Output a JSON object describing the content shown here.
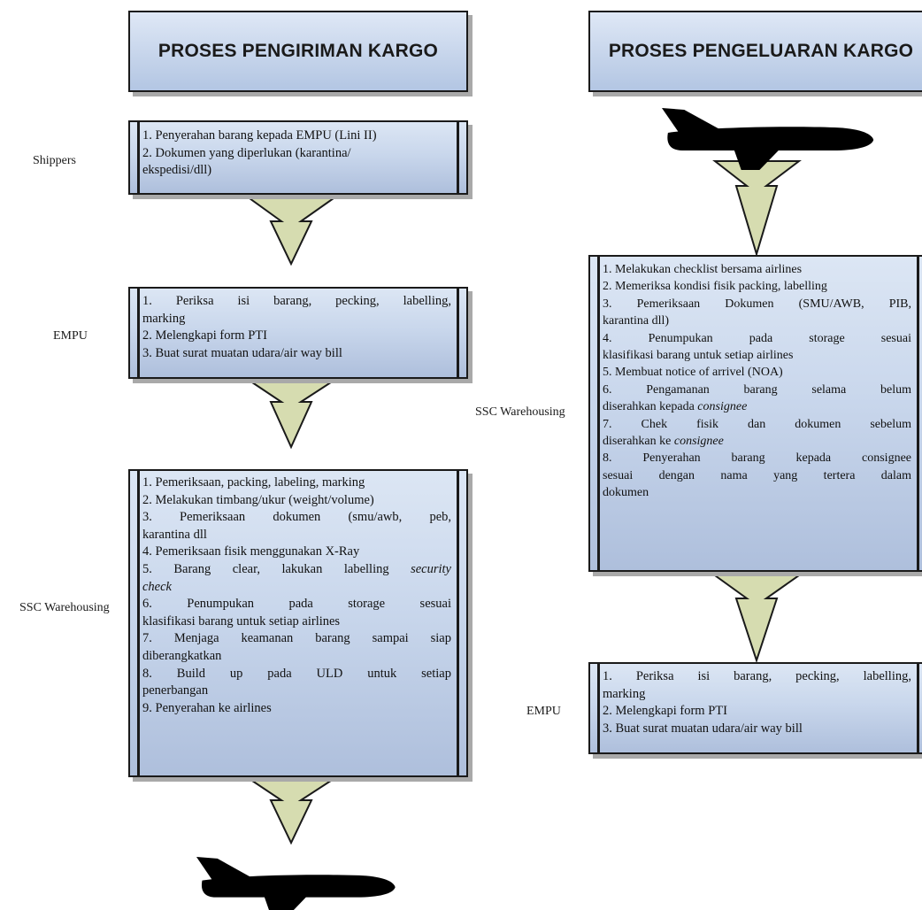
{
  "left_column": {
    "header": "PROSES PENGIRIMAN KARGO",
    "lane_shippers": "Shippers",
    "lane_empu": "EMPU",
    "lane_ssc": "SSC Warehousing",
    "box1": {
      "l1a": "1. Penyerahan barang kepada EMPU (Lini II)",
      "l2a": "2. Dokumen yang diperlukan (karantina/",
      "l2b": "ekspedisi/dll)"
    },
    "box2": {
      "l1a": "1. Periksa isi barang, pecking, labelling,",
      "l1b": "marking",
      "l2a": "2. Melengkapi form PTI",
      "l3a": "3. Buat surat muatan udara/air way bill"
    },
    "box3": {
      "l1a": "1. Pemeriksaan, packing, labeling, marking",
      "l2a": "2. Melakukan timbang/ukur (weight/volume)",
      "l3a": "3. Pemeriksaan dokumen (smu/awb, peb,",
      "l3b": "karantina dll",
      "l4a": "4. Pemeriksaan fisik menggunakan X-Ray",
      "l5a": "5. Barang clear, lakukan labelling ",
      "l5i1": "security",
      "l5i2": "check",
      "l6a": "6. Penumpukan pada storage sesuai",
      "l6b": "klasifikasi barang untuk setiap airlines",
      "l7a": "7. Menjaga keamanan barang sampai siap",
      "l7b": "diberangkatkan",
      "l8a": "8. Build up pada ULD untuk setiap",
      "l8b": "penerbangan",
      "l9a": "9. Penyerahan ke airlines"
    }
  },
  "right_column": {
    "header": "PROSES PENGELUARAN KARGO",
    "lane_ssc": "SSC Warehousing",
    "lane_empu": "EMPU",
    "box1": {
      "l1a": "1. Melakukan checklist bersama airlines",
      "l2a": "2. Memeriksa kondisi fisik packing, labelling",
      "l3a": "3. Pemeriksaan Dokumen (SMU/AWB, PIB,",
      "l3b": "karantina dll)",
      "l4a": "4. Penumpukan pada storage sesuai",
      "l4b": "klasifikasi barang untuk setiap airlines",
      "l5a": "5. Membuat notice of arrivel (NOA)",
      "l6a": "6. Pengamanan barang selama belum",
      "l6b": "diserahkan kepada ",
      "l6i": "consignee",
      "l7a": "7. Chek fisik dan dokumen sebelum",
      "l7b": "diserahkan ke ",
      "l7i": "consignee",
      "l8a": "8. Penyerahan barang kepada consignee",
      "l8b": "sesuai dengan nama yang tertera dalam",
      "l8c": "dokumen"
    },
    "box2": {
      "l1a": "1. Periksa isi barang, pecking, labelling,",
      "l1b": "marking",
      "l2a": "2. Melengkapi form PTI",
      "l3a": "3. Buat surat muatan udara/air way bill"
    }
  },
  "icons": [
    "airplane-icon",
    "arrow-down-icon"
  ],
  "colors": {
    "box_fill": "#c9d7ec",
    "arrow_fill": "#d6dcb0",
    "outline": "#1a1a1a",
    "shadow": "#a9a9a9"
  }
}
